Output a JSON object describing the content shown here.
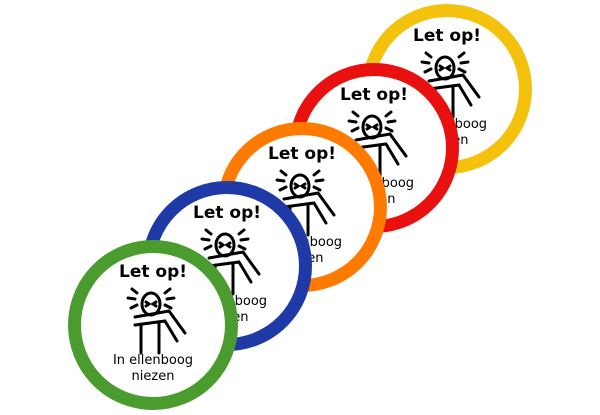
{
  "stickers": [
    {
      "title": "Let op!",
      "caption_line1": "In ellenboog",
      "caption_line2": "niezen",
      "ring_color": "#4a9c2f"
    },
    {
      "title": "Let op!",
      "caption_line1": "In ellenboog",
      "caption_line2": "niezen",
      "ring_color": "#1f3aa6"
    },
    {
      "title": "Let op!",
      "caption_line1": "In ellenboog",
      "caption_line2": "niezen",
      "ring_color": "#ff7a00"
    },
    {
      "title": "Let op!",
      "caption_line1": "In ellenboog",
      "caption_line2": "niezen",
      "ring_color": "#e8110f"
    },
    {
      "title": "Let op!",
      "caption_line1": "In ellenboog",
      "caption_line2": "niezen",
      "ring_color": "#f4c20d"
    }
  ],
  "icon": "sneeze-into-elbow-icon"
}
